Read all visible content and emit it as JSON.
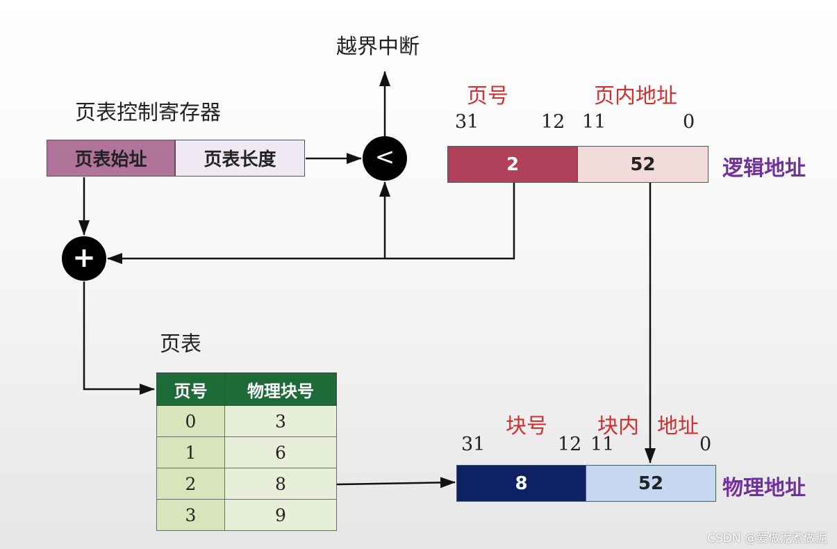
{
  "interrupt_label": "越界中断",
  "ptr_register": {
    "title": "页表控制寄存器",
    "start_label": "页表始址",
    "length_label": "页表长度"
  },
  "comparator_symbol": "<",
  "adder_symbol": "+",
  "logical_address": {
    "page_no_label": "页号",
    "offset_label": "页内地址",
    "bits": {
      "hi_start": "31",
      "hi_end": "12",
      "lo_start": "11",
      "lo_end": "0"
    },
    "page_no_value": "2",
    "offset_value": "52",
    "name": "逻辑地址"
  },
  "page_table": {
    "title": "页表",
    "headers": [
      "页号",
      "物理块号"
    ],
    "rows": [
      [
        "0",
        "3"
      ],
      [
        "1",
        "6"
      ],
      [
        "2",
        "8"
      ],
      [
        "3",
        "9"
      ]
    ]
  },
  "physical_address": {
    "block_no_label": "块号",
    "offset_label_1": "块内",
    "offset_label_2": "地址",
    "bits": {
      "hi_start": "31",
      "hi_end": "12",
      "lo_start": "11",
      "lo_end": "0"
    },
    "block_no_value": "8",
    "offset_value": "52",
    "name": "物理地址"
  },
  "watermark": "CSDN @爱做泥煮做泥",
  "colors": {
    "ptr_start": "#b0739a",
    "ptr_length": "#efe9f3",
    "logical_page": "#b0415b",
    "logical_offset": "#f1dbdb",
    "physical_block": "#0d2163",
    "physical_offset": "#c5d8ef",
    "table_header": "#1e6b3a",
    "table_col1": "#d8e4bc",
    "table_col2": "#e8efd9",
    "label_red": "#d22f2f",
    "label_purple": "#7030a0"
  }
}
